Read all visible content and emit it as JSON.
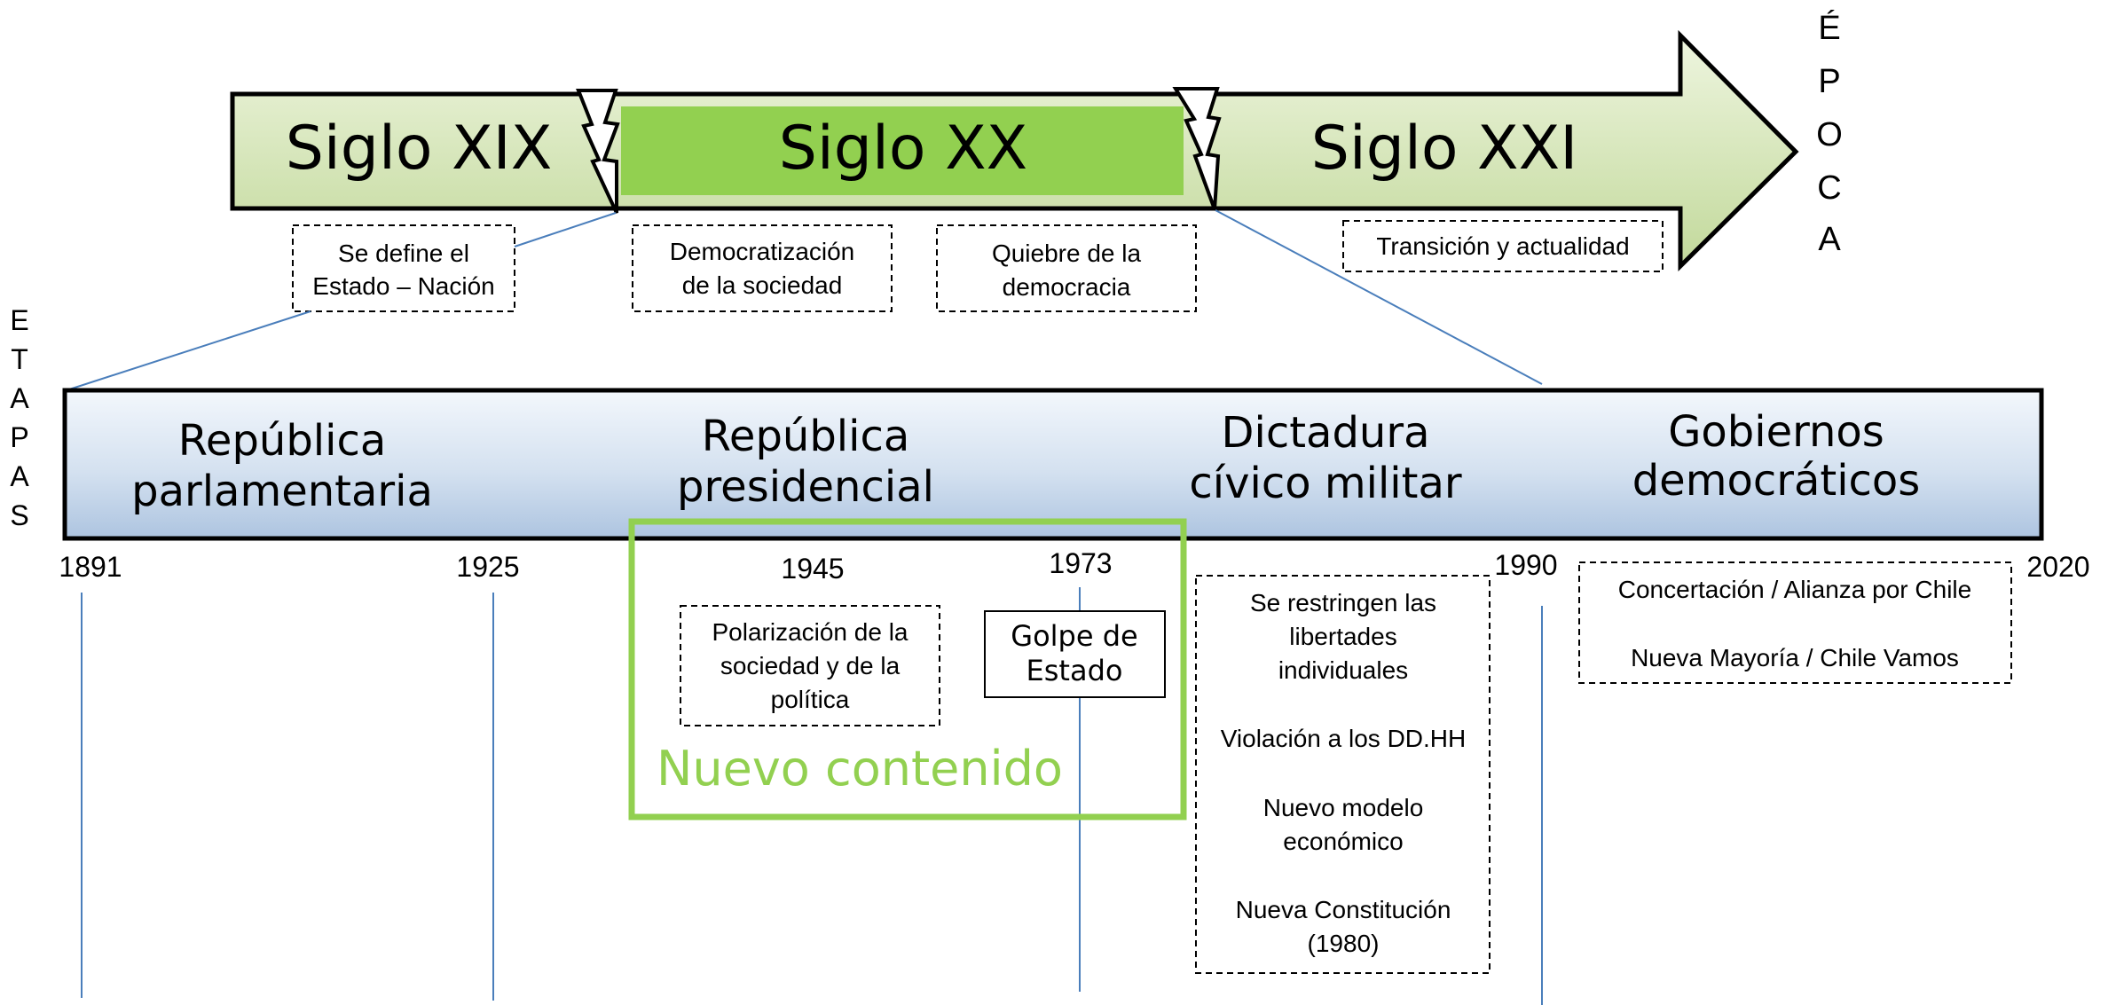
{
  "epoca_label": [
    "É",
    "P",
    "O",
    "C",
    "A"
  ],
  "etapas_label": [
    "E",
    "T",
    "A",
    "P",
    "A",
    "S"
  ],
  "centuries": [
    {
      "label": "Siglo XIX"
    },
    {
      "label": "Siglo XX"
    },
    {
      "label": "Siglo XXI"
    }
  ],
  "century_notes": [
    {
      "lines": [
        "Se define el",
        "Estado – Nación"
      ]
    },
    {
      "lines": [
        "Democratización",
        "de la sociedad"
      ]
    },
    {
      "lines": [
        "Quiebre de la",
        "democracia"
      ]
    },
    {
      "lines": [
        "Transición y actualidad"
      ]
    }
  ],
  "stages": [
    {
      "lines": [
        "República",
        "parlamentaria"
      ]
    },
    {
      "lines": [
        "República",
        "presidencial"
      ]
    },
    {
      "lines": [
        "Dictadura",
        "cívico militar"
      ]
    },
    {
      "lines": [
        "Gobiernos",
        "democráticos"
      ]
    }
  ],
  "years": [
    "1891",
    "1925",
    "1945",
    "1973",
    "1990",
    "2020"
  ],
  "stage_notes": {
    "polarizacion": [
      "Polarización de la",
      "sociedad y de la",
      "política"
    ],
    "golpe": [
      "Golpe de",
      "Estado"
    ],
    "dictadura": [
      "Se restringen las",
      "libertades",
      "individuales",
      "",
      "Violación a los DD.HH",
      "",
      "Nuevo modelo",
      "económico",
      "",
      "Nueva Constitución",
      "(1980)"
    ],
    "democratic": [
      "Concertación / Alianza por Chile",
      "",
      "Nueva Mayoría / Chile Vamos"
    ]
  },
  "highlight_label": "Nuevo contenido",
  "colors": {
    "arrow_fill_light": "#eef5df",
    "arrow_fill_dark": "#c5dba0",
    "highlight_green": "#92d050",
    "band_light": "#f2f6fb",
    "band_dark": "#b3c8e2",
    "connector_blue": "#4a7ebb",
    "outline": "#000000"
  }
}
